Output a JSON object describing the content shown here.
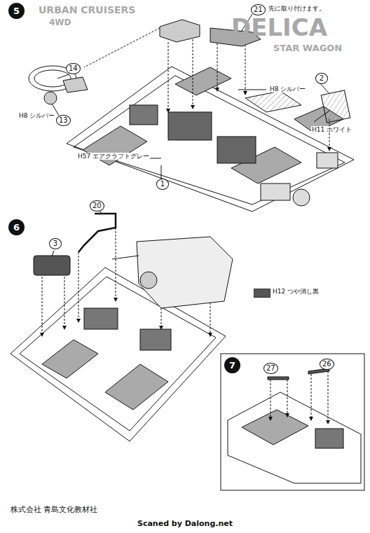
{
  "diagram": {
    "nodes": [
      {
        "text": [
          "5"
        ]
      },
      {
        "text": [
          "6"
        ]
      },
      {
        "text": [
          "7"
        ]
      }
    ],
    "labels": [
      "URBAN CRUISERS",
      "4WD",
      "DELICA",
      "STAR WAGON",
      "14",
      "H8 シルバー",
      "13",
      "21",
      "先に取り付けます。",
      "2",
      "H8 シルバー",
      "H11 ホワイト",
      "H57 エアクラフトグレー",
      "1",
      "20",
      "3",
      "27",
      "26",
      "株式会社 青島文化教材社",
      "Scaned by Dalong.net"
    ],
    "legend": [
      {
        "text": "H12 つや消し黒",
        "color": "#555555"
      }
    ]
  }
}
